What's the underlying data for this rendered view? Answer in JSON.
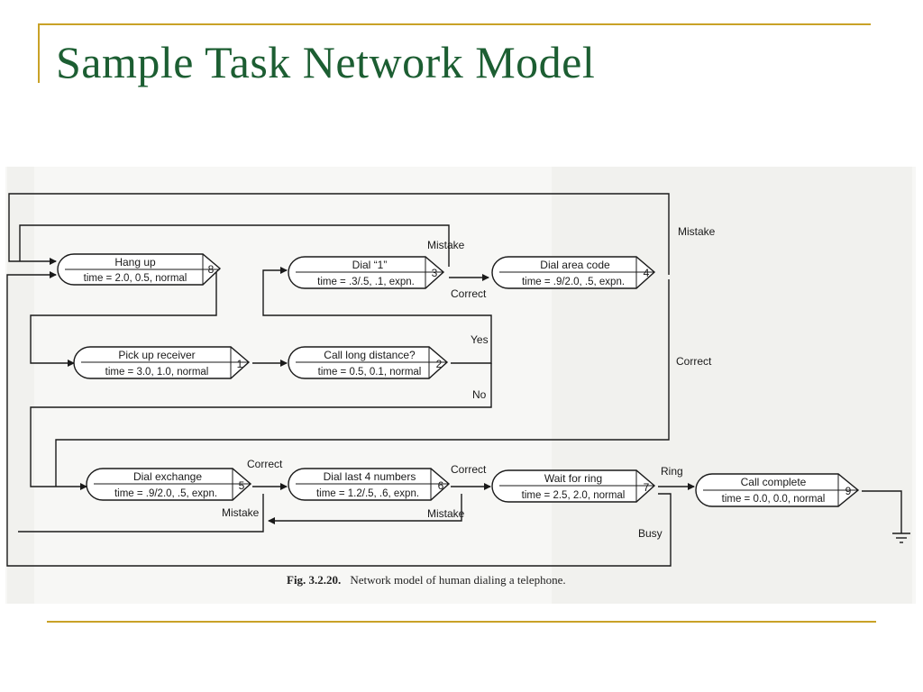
{
  "slide": {
    "title": "Sample Task Network Model",
    "accent_color": "#c9a227",
    "title_color": "#1c5e32"
  },
  "figure": {
    "caption_number": "Fig. 3.2.20.",
    "caption_text": "Network model of human dialing a telephone.",
    "nodes": [
      {
        "id": "8",
        "label": "Hang up",
        "time": "time = 2.0, 0.5, normal"
      },
      {
        "id": "3",
        "label": "Dial “1”",
        "time": "time = .3/.5, .1, expn."
      },
      {
        "id": "4",
        "label": "Dial area code",
        "time": "time = .9/2.0, .5, expn."
      },
      {
        "id": "1",
        "label": "Pick up receiver",
        "time": "time = 3.0, 1.0, normal"
      },
      {
        "id": "2",
        "label": "Call long distance?",
        "time": "time = 0.5, 0.1, normal"
      },
      {
        "id": "5",
        "label": "Dial exchange",
        "time": "time = .9/2.0, .5, expn."
      },
      {
        "id": "6",
        "label": "Dial last 4 numbers",
        "time": "time = 1.2/.5, .6, expn."
      },
      {
        "id": "7",
        "label": "Wait for ring",
        "time": "time = 2.5, 2.0, normal"
      },
      {
        "id": "9",
        "label": "Call complete",
        "time": "time = 0.0, 0.0, normal"
      }
    ],
    "edge_labels": {
      "mistake_top": "Mistake",
      "mistake_3": "Mistake",
      "correct_3": "Correct",
      "yes": "Yes",
      "no": "No",
      "correct_4": "Correct",
      "correct_5": "Correct",
      "mistake_5": "Mistake",
      "correct_6": "Correct",
      "mistake_6": "Mistake",
      "ring": "Ring",
      "busy": "Busy"
    }
  }
}
